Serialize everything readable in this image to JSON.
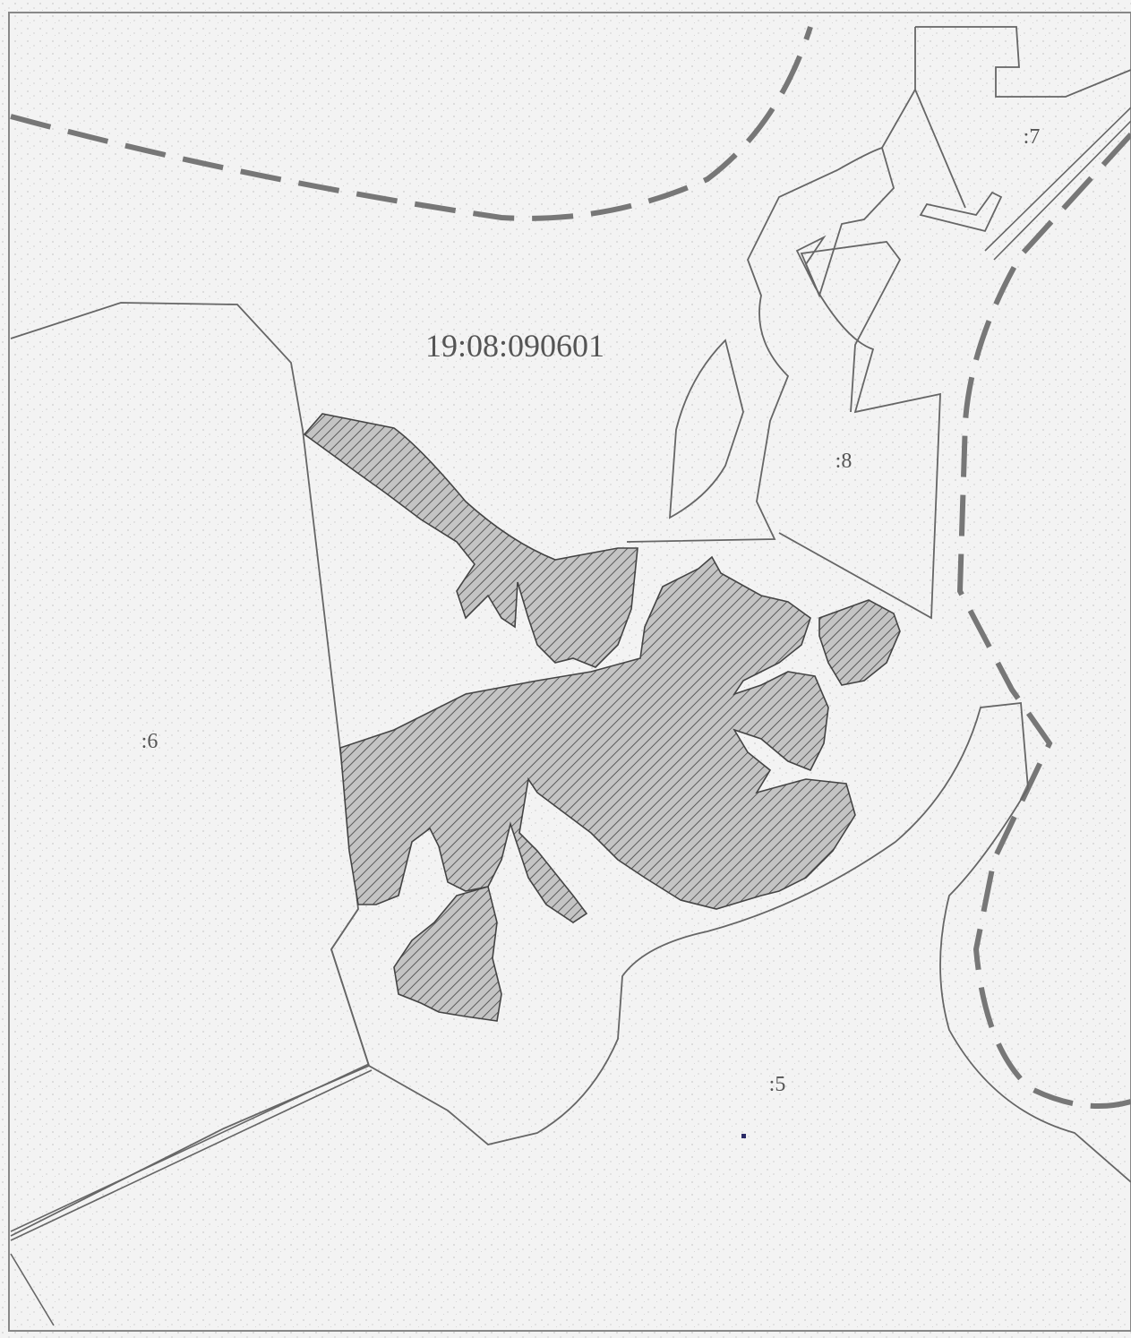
{
  "map": {
    "cadastral_block_label": "19:08:090601",
    "parcels": [
      {
        "id": "parcel-6",
        "label": ":6"
      },
      {
        "id": "parcel-5",
        "label": ":5"
      },
      {
        "id": "parcel-8",
        "label": ":8"
      },
      {
        "id": "parcel-7",
        "label": ":7"
      }
    ]
  },
  "colors": {
    "background": "#f3f3f3",
    "outline": "#666666",
    "dashed_boundary": "#777777",
    "hatch_fill": "#bdbdbd",
    "hatch_line": "#555555",
    "label": "#555555"
  }
}
